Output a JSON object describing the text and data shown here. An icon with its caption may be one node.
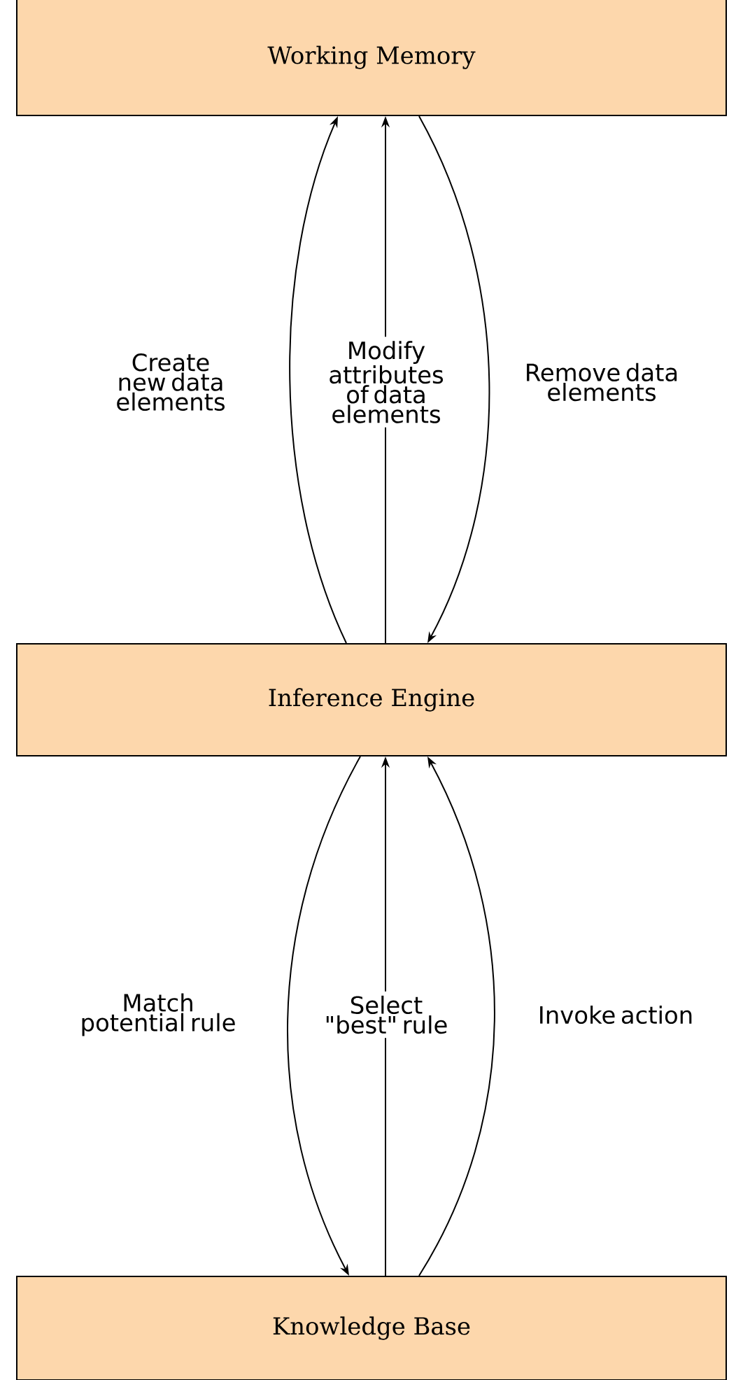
{
  "diagram": {
    "nodes": [
      {
        "text": [
          "Working Memory"
        ]
      },
      {
        "text": [
          "Inference Engine"
        ]
      },
      {
        "text": [
          "Knowledge Base"
        ]
      }
    ],
    "edges": [
      {
        "from": 1,
        "to": 0,
        "arrow": "to",
        "label": "Create new data elements"
      },
      {
        "from": 1,
        "to": 0,
        "arrow": "to",
        "label": "Modify attributes of data elements"
      },
      {
        "from": 0,
        "to": 1,
        "arrow": "to",
        "label": "Remove data elements"
      },
      {
        "from": 1,
        "to": 2,
        "arrow": "to",
        "label": "Match potential rule"
      },
      {
        "from": 2,
        "to": 1,
        "arrow": "to",
        "label": "Select \"best\" rule"
      },
      {
        "from": 2,
        "to": 1,
        "arrow": "to",
        "label": "Invoke action"
      }
    ]
  }
}
